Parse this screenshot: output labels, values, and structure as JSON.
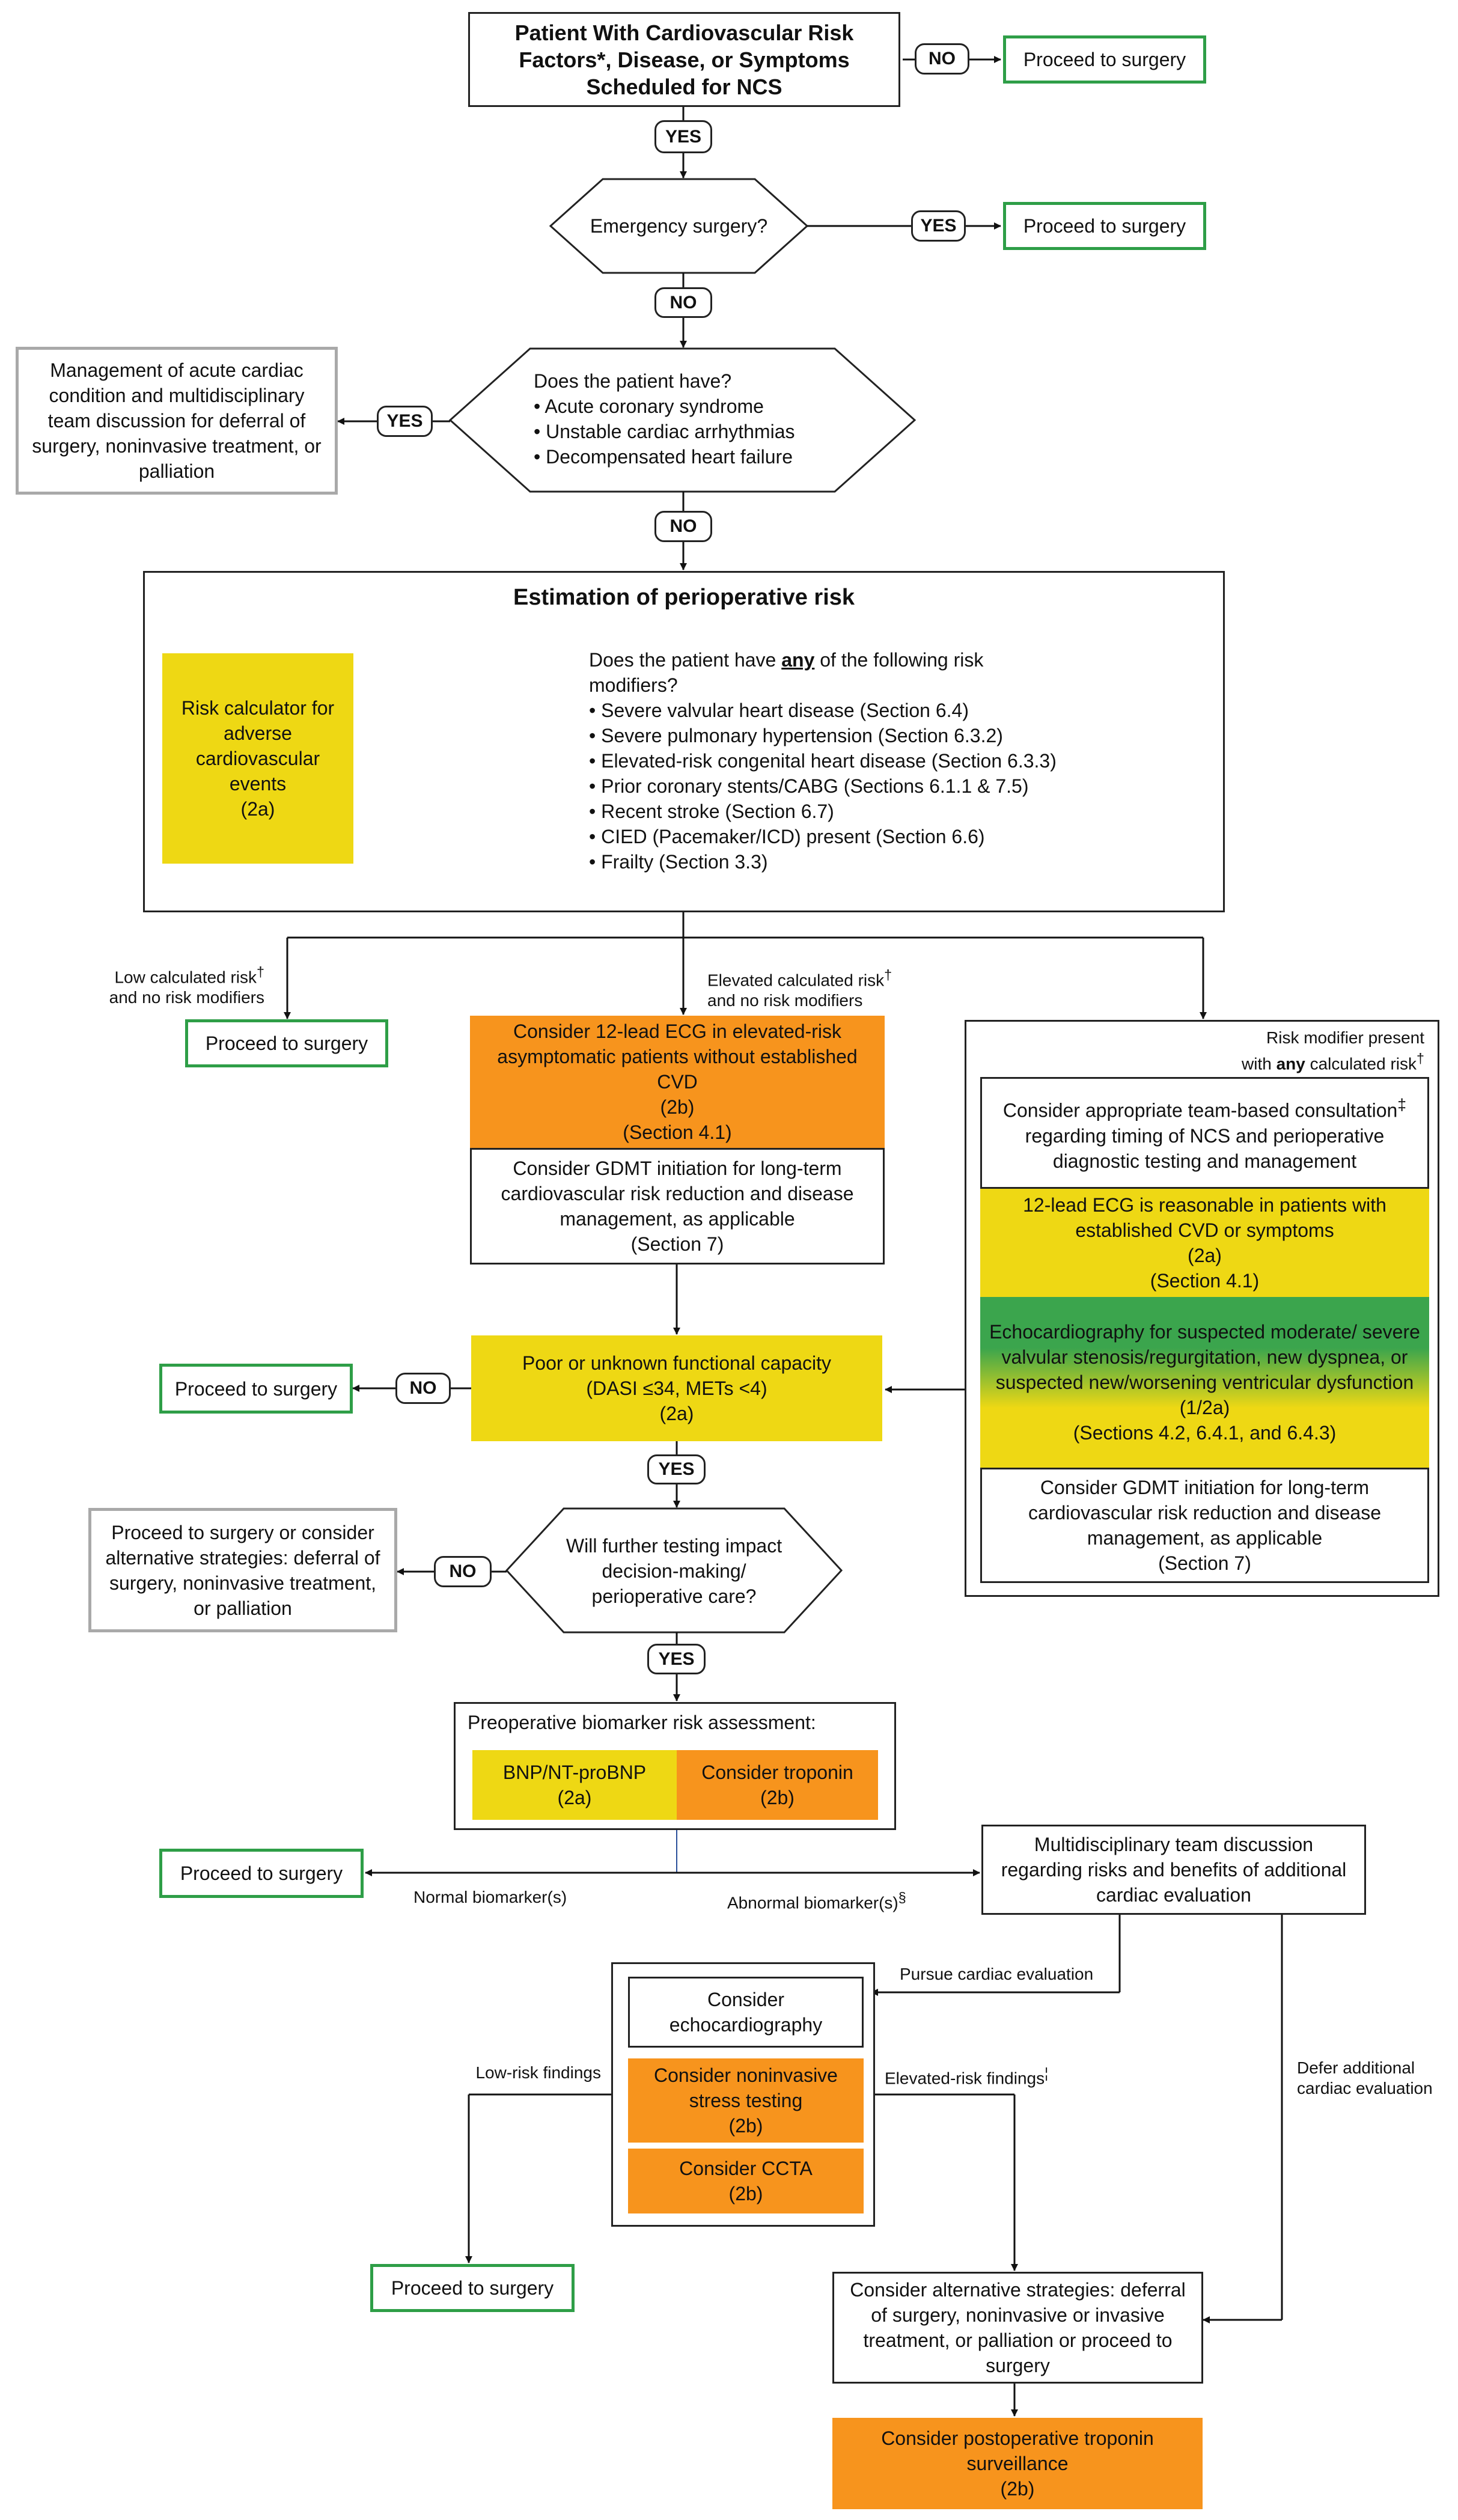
{
  "top": {
    "title": "Patient With Cardiovascular Risk Factors*, Disease, or Symptoms Scheduled for NCS",
    "no": "NO",
    "proceed": "Proceed to surgery",
    "yes": "YES"
  },
  "emergency": {
    "question": "Emergency surgery?",
    "yes": "YES",
    "proceed": "Proceed to surgery",
    "no": "NO"
  },
  "acute": {
    "question": "Does the patient have?",
    "items": [
      "• Acute coronary syndrome",
      "• Unstable cardiac arrhythmias",
      "• Decompensated heart failure"
    ],
    "yes": "YES",
    "management": "Management of acute cardiac condition and multidisciplinary team discussion for deferral of surgery, noninvasive treatment, or palliation",
    "no": "NO"
  },
  "estimation": {
    "title": "Estimation of perioperative risk",
    "calculator": "Risk calculator for adverse cardiovascular events",
    "calculator_class": "(2a)",
    "question_pre": "Does the patient have ",
    "question_any": "any",
    "question_post": " of the following risk modifiers?",
    "modifiers": [
      "• Severe valvular heart disease (Section 6.4)",
      "• Severe pulmonary hypertension (Section 6.3.2)",
      "• Elevated-risk congenital heart disease (Section 6.3.3)",
      "• Prior coronary stents/CABG (Sections 6.1.1 & 7.5)",
      "• Recent stroke (Section 6.7)",
      "• CIED (Pacemaker/ICD) present (Section 6.6)",
      "• Frailty (Section 3.3)"
    ]
  },
  "low_branch": {
    "label_1": "Low calculated risk",
    "label_dagger": "†",
    "label_2": "and no risk modifiers",
    "proceed": "Proceed to surgery"
  },
  "elevated_branch": {
    "label_1": "Elevated calculated risk",
    "label_dagger": "†",
    "label_2": "and no risk modifiers",
    "ecg": "Consider 12-lead ECG in elevated-risk asymptomatic patients without established CVD",
    "ecg_class": "(2b)",
    "ecg_section": "(Section 4.1)",
    "gdmt": "Consider GDMT initiation for long-term cardiovascular risk reduction and disease management, as applicable",
    "gdmt_section": "(Section 7)"
  },
  "modifier_branch": {
    "label_1": "Risk modifier present",
    "label_2_pre": "with ",
    "label_2_any": "any",
    "label_2_post": " calculated risk",
    "label_dagger": "†",
    "consult_1": "Consider appropriate team-based consultation",
    "consult_dagger": "‡",
    "consult_2": " regarding timing of NCS and perioperative diagnostic testing and management",
    "ecg": "12-lead ECG is reasonable in patients with established CVD or symptoms",
    "ecg_class": "(2a)",
    "ecg_section": "(Section 4.1)",
    "echo": "Echocardiography for suspected moderate/ severe valvular stenosis/regurgitation, new dyspnea, or suspected new/worsening ventricular dysfunction",
    "echo_class": "(1/2a)",
    "echo_section": "(Sections 4.2, 6.4.1, and 6.4.3)",
    "gdmt": "Consider GDMT initiation for long-term cardiovascular risk reduction and disease management, as applicable",
    "gdmt_section": "(Section 7)"
  },
  "functional": {
    "text_1": "Poor or unknown functional capacity",
    "text_2": "(DASI ≤34, METs <4)",
    "class": "(2a)",
    "no": "NO",
    "proceed": "Proceed to surgery",
    "yes": "YES"
  },
  "testing": {
    "question": "Will further testing impact decision-making/ perioperative care?",
    "no": "NO",
    "alternative": "Proceed to surgery or consider alternative strategies: deferral of surgery, noninvasive treatment, or palliation",
    "yes": "YES"
  },
  "biomarker": {
    "title": "Preoperative biomarker risk assessment:",
    "bnp": "BNP/NT-proBNP",
    "bnp_class": "(2a)",
    "troponin": "Consider troponin",
    "troponin_class": "(2b)",
    "normal": "Normal biomarker(s)",
    "abnormal": "Abnormal biomarker(s)",
    "abnormal_mark": "§",
    "proceed": "Proceed to surgery",
    "mdt": "Multidisciplinary team discussion regarding risks and benefits of additional cardiac evaluation"
  },
  "evaluation": {
    "pursue": "Pursue cardiac evaluation",
    "defer": "Defer additional cardiac evaluation",
    "echo": "Consider echocardiography",
    "stress": "Consider noninvasive stress testing",
    "stress_class": "(2b)",
    "ccta": "Consider CCTA",
    "ccta_class": "(2b)",
    "low": "Low-risk findings",
    "elevated": "Elevated-risk findings",
    "elevated_mark": "¦",
    "proceed": "Proceed to surgery",
    "alternative": "Consider alternative strategies: deferral of surgery, noninvasive or invasive treatment, or palliation or proceed to surgery",
    "postop": "Consider postoperative troponin surveillance",
    "postop_class": "(2b)"
  },
  "colors": {
    "orange": "#f7941d",
    "yellow": "#eed814",
    "green_border": "#2e9e47",
    "green_fill": "#3ba54d",
    "gray_border": "#a9a9a9"
  }
}
